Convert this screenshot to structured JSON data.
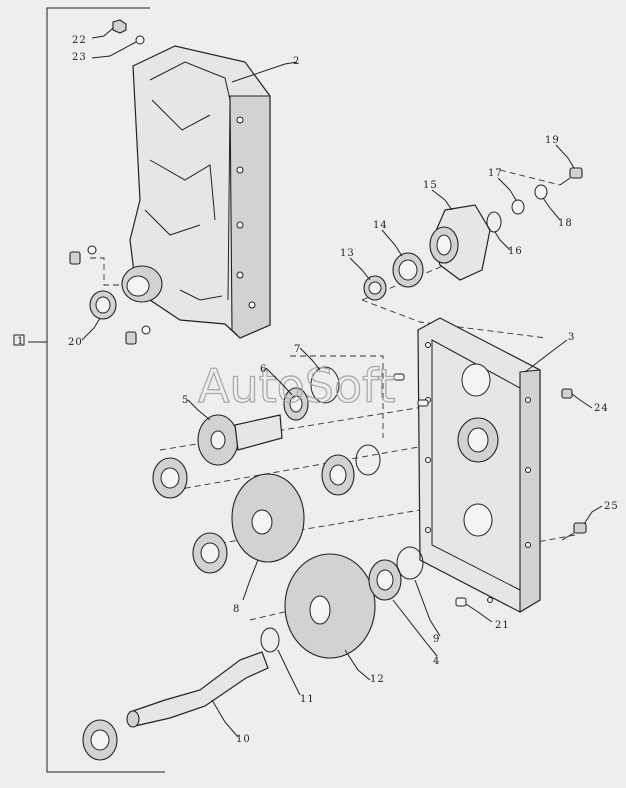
{
  "watermark": "AutoSoft",
  "assembly_label": "1",
  "callouts": [
    {
      "id": "c1",
      "label": "1"
    },
    {
      "id": "c2",
      "label": "2"
    },
    {
      "id": "c3",
      "label": "3"
    },
    {
      "id": "c4",
      "label": "4"
    },
    {
      "id": "c5",
      "label": "5"
    },
    {
      "id": "c6",
      "label": "6"
    },
    {
      "id": "c7",
      "label": "7"
    },
    {
      "id": "c8",
      "label": "8"
    },
    {
      "id": "c9",
      "label": "9"
    },
    {
      "id": "c10",
      "label": "10"
    },
    {
      "id": "c11",
      "label": "11"
    },
    {
      "id": "c12",
      "label": "12"
    },
    {
      "id": "c13",
      "label": "13"
    },
    {
      "id": "c14",
      "label": "14"
    },
    {
      "id": "c15",
      "label": "15"
    },
    {
      "id": "c16",
      "label": "16"
    },
    {
      "id": "c17",
      "label": "17"
    },
    {
      "id": "c18",
      "label": "18"
    },
    {
      "id": "c19",
      "label": "19"
    },
    {
      "id": "c20",
      "label": "20"
    },
    {
      "id": "c21",
      "label": "21"
    },
    {
      "id": "c22",
      "label": "22"
    },
    {
      "id": "c23",
      "label": "23"
    },
    {
      "id": "c24",
      "label": "24"
    },
    {
      "id": "c25",
      "label": "25"
    }
  ]
}
